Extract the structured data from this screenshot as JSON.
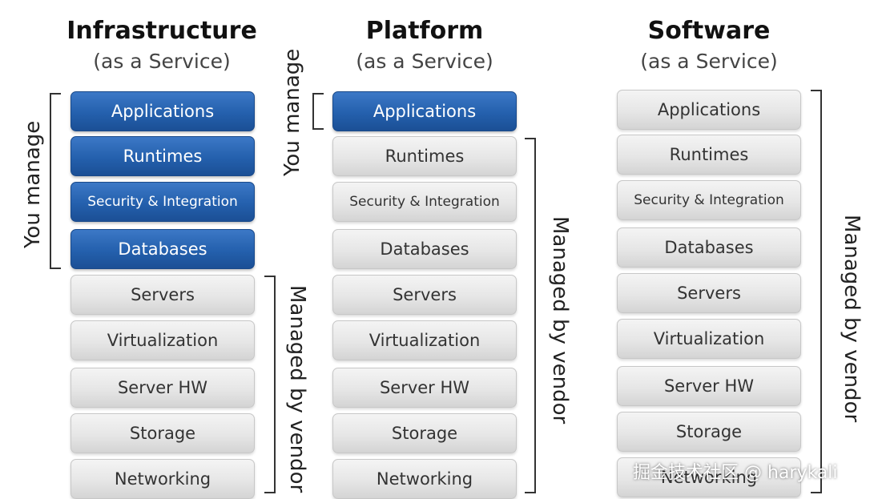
{
  "columns": [
    {
      "title": "Infrastructure",
      "subtitle": "(as a Service)",
      "layers": [
        "Applications",
        "Runtimes",
        "Security & Integration",
        "Databases",
        "Servers",
        "Virtualization",
        "Server HW",
        "Storage",
        "Networking"
      ],
      "you_manage_count": 4,
      "left_label": "You manage",
      "right_label": "Managed by vendor"
    },
    {
      "title": "Platform",
      "subtitle": "(as a Service)",
      "layers": [
        "Applications",
        "Runtimes",
        "Security & Integration",
        "Databases",
        "Servers",
        "Virtualization",
        "Server HW",
        "Storage",
        "Networking"
      ],
      "you_manage_count": 1,
      "left_label": "You manage",
      "right_label": "Managed by vendor"
    },
    {
      "title": "Software",
      "subtitle": "(as a Service)",
      "layers": [
        "Applications",
        "Runtimes",
        "Security & Integration",
        "Databases",
        "Servers",
        "Virtualization",
        "Server HW",
        "Storage",
        "Networking"
      ],
      "you_manage_count": 0,
      "right_label": "Managed by vendor"
    }
  ],
  "watermark": "掘金技术社区 @ harykali",
  "colors": {
    "managed_by_you": "#2460ad",
    "managed_by_vendor": "#e6e6e6"
  }
}
